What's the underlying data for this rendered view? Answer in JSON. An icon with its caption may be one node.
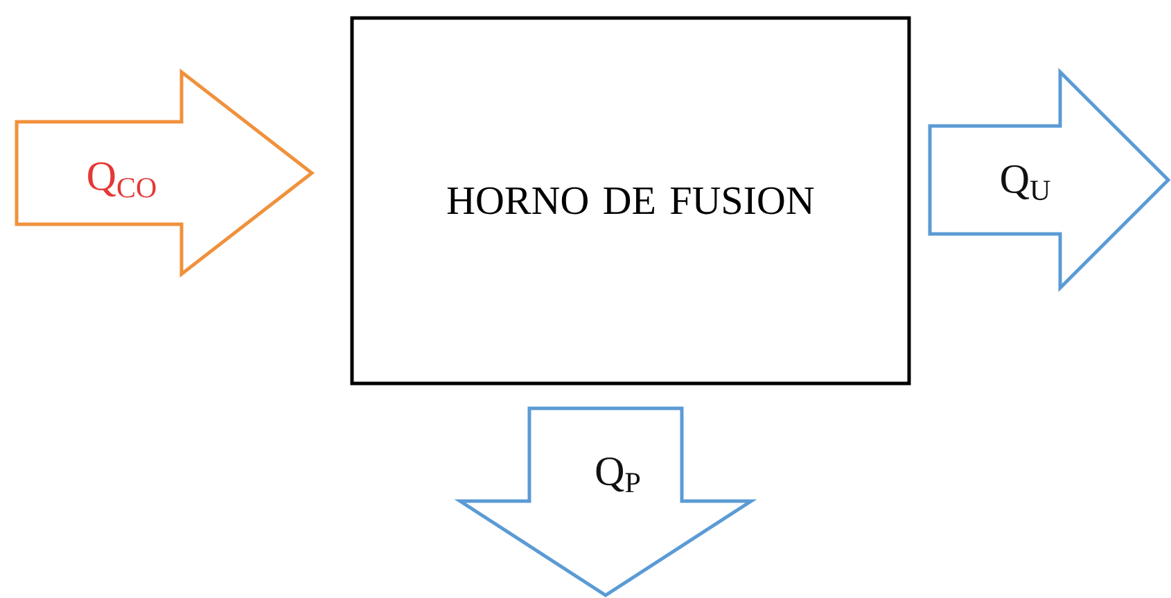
{
  "diagram": {
    "nodes": [
      {
        "text": [
          "HORNO DE FUSION"
        ]
      },
      {
        "text": [
          "Q$_{CO}$"
        ]
      },
      {
        "text": [
          "Q$_{U}$"
        ]
      },
      {
        "text": [
          "Q$_{P}$"
        ]
      }
    ]
  }
}
